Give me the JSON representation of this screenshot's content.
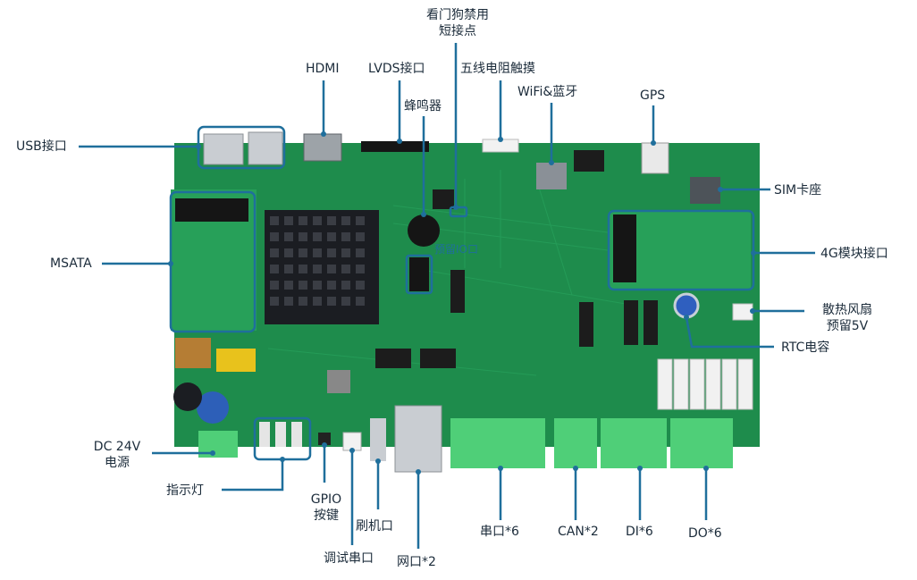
{
  "colors": {
    "leader": "#1f6f9c",
    "board": "#1e8c4c",
    "board_dark": "#136b38",
    "connector": "#4fcf78",
    "heatsink": "#1b1d22",
    "label_text": "#1b2b3a"
  },
  "labels": {
    "watchdog": "看门狗禁用\n短接点",
    "hdmi": "HDMI",
    "lvds": "LVDS接口",
    "touch": "五线电阻触摸",
    "buzzer": "蜂鸣器",
    "wifi_bt": "WiFi&蓝牙",
    "gps": "GPS",
    "usb": "USB接口",
    "sim": "SIM卡座",
    "msata": "MSATA",
    "module_4g": "4G模块接口",
    "fan": "散热风扇\n预留5V",
    "rtc": "RTC电容",
    "dc24v": "DC 24V\n电源",
    "indicator": "指示灯",
    "gpio_key": "GPIO\n按键",
    "debug_serial": "调试串口",
    "flash_port": "刷机口",
    "ethernet": "网口*2",
    "serial": "串口*6",
    "can": "CAN*2",
    "di": "DI*6",
    "do": "DO*6",
    "reserved_io": "预留IO口"
  }
}
